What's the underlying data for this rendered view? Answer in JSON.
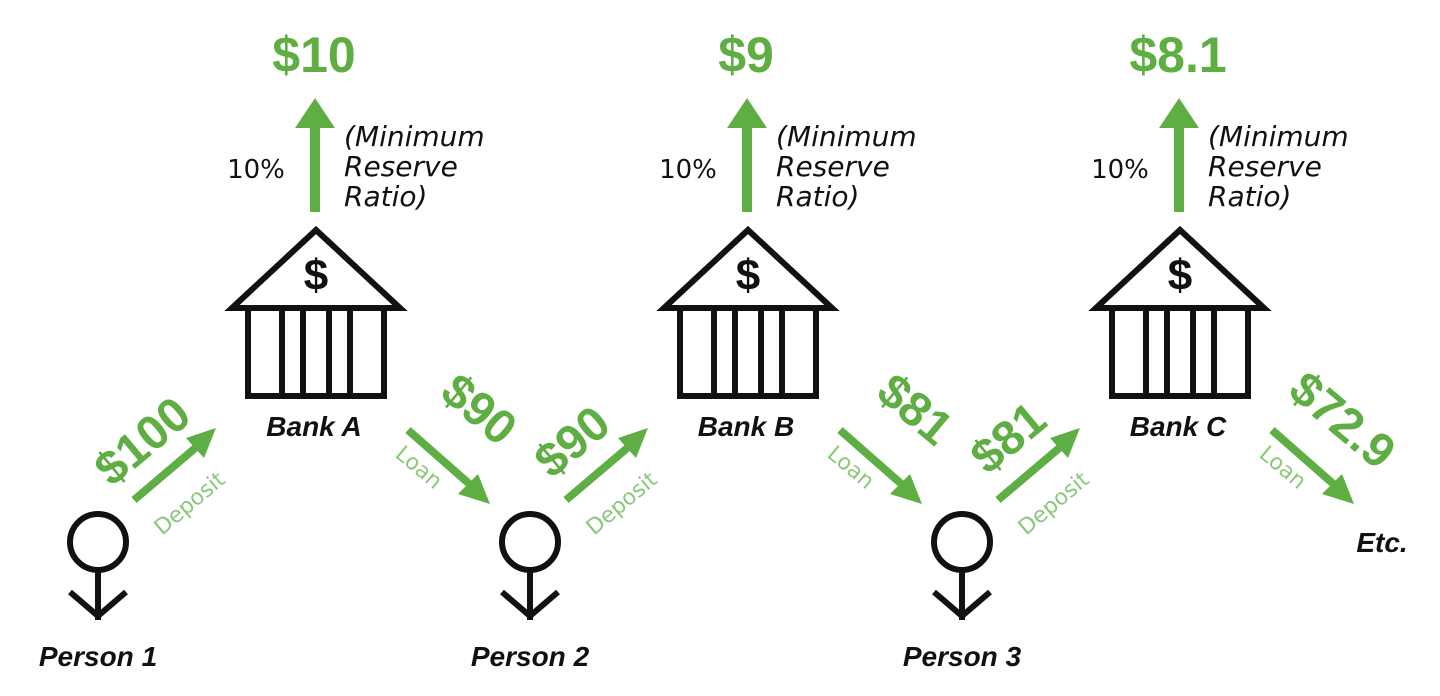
{
  "banks": [
    {
      "name": "Bank A",
      "reserve": "$10",
      "reserve_pct": "10%",
      "note_lines": [
        "(Minimum",
        "Reserve",
        "Ratio)"
      ],
      "symbol": "$"
    },
    {
      "name": "Bank B",
      "reserve": "$9",
      "reserve_pct": "10%",
      "note_lines": [
        "(Minimum",
        "Reserve",
        "Ratio)"
      ],
      "symbol": "$"
    },
    {
      "name": "Bank C",
      "reserve": "$8.1",
      "reserve_pct": "10%",
      "note_lines": [
        "(Minimum",
        "Reserve",
        "Ratio)"
      ],
      "symbol": "$"
    }
  ],
  "persons": [
    "Person 1",
    "Person 2",
    "Person 3"
  ],
  "deposits": [
    {
      "amount": "$100",
      "label": "Deposit"
    },
    {
      "amount": "$90",
      "label": "Deposit"
    },
    {
      "amount": "$81",
      "label": "Deposit"
    }
  ],
  "loans": [
    {
      "amount": "$90",
      "label": "Loan"
    },
    {
      "amount": "$81",
      "label": "Loan"
    },
    {
      "amount": "$72.9",
      "label": "Loan"
    }
  ],
  "end_label": "Etc.",
  "colors": {
    "money": "#5fae43",
    "flow_label": "#8cc97a",
    "ink": "#111111"
  }
}
